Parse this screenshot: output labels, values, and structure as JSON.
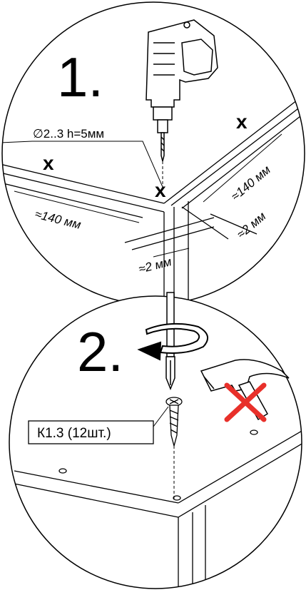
{
  "step1": {
    "number": "1.",
    "hole_spec": "∅2..3  h=5мм",
    "mark": "x",
    "dist_left": "≈140 мм",
    "dist_right": "≈140 мм",
    "offset_right": "≈2 мм",
    "offset_bottom": "≈2 мм"
  },
  "step2": {
    "number": "2.",
    "screw_label": "К1.3 (12шт.)"
  },
  "colors": {
    "line": "#000000",
    "prohibit": "#e8302a",
    "paper": "#ffffff"
  }
}
